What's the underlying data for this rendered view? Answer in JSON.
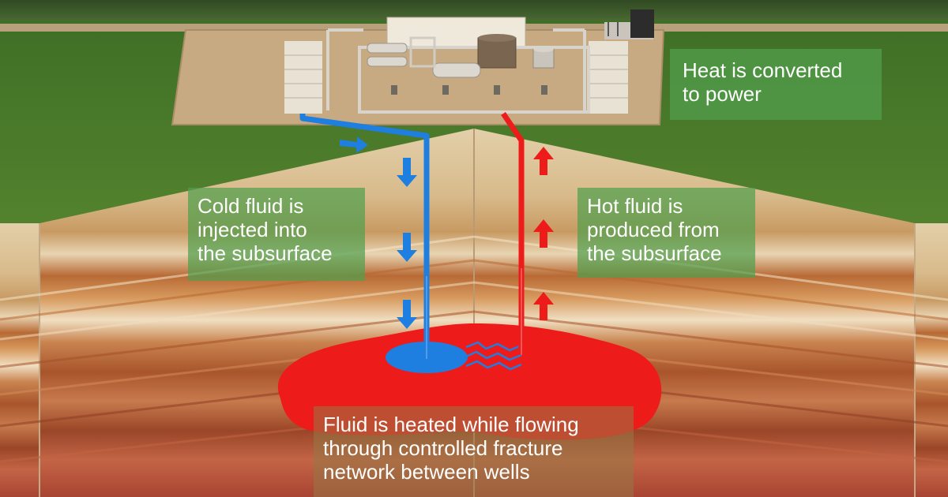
{
  "labels": {
    "power": [
      "Heat is converted",
      "to power"
    ],
    "cold": [
      "Cold fluid is",
      "injected into",
      "the subsurface"
    ],
    "hot": [
      "Hot fluid is",
      "produced from",
      "the subsurface"
    ],
    "heated": [
      "Fluid is heated while flowing",
      "through controlled fracture",
      "network between wells"
    ]
  },
  "colors": {
    "cold_fluid": "#1e7fe0",
    "hot_fluid": "#ee1b1b",
    "grass": "#4d7c2c",
    "pad": "#c8aa82",
    "label_green": "#52a04e"
  }
}
